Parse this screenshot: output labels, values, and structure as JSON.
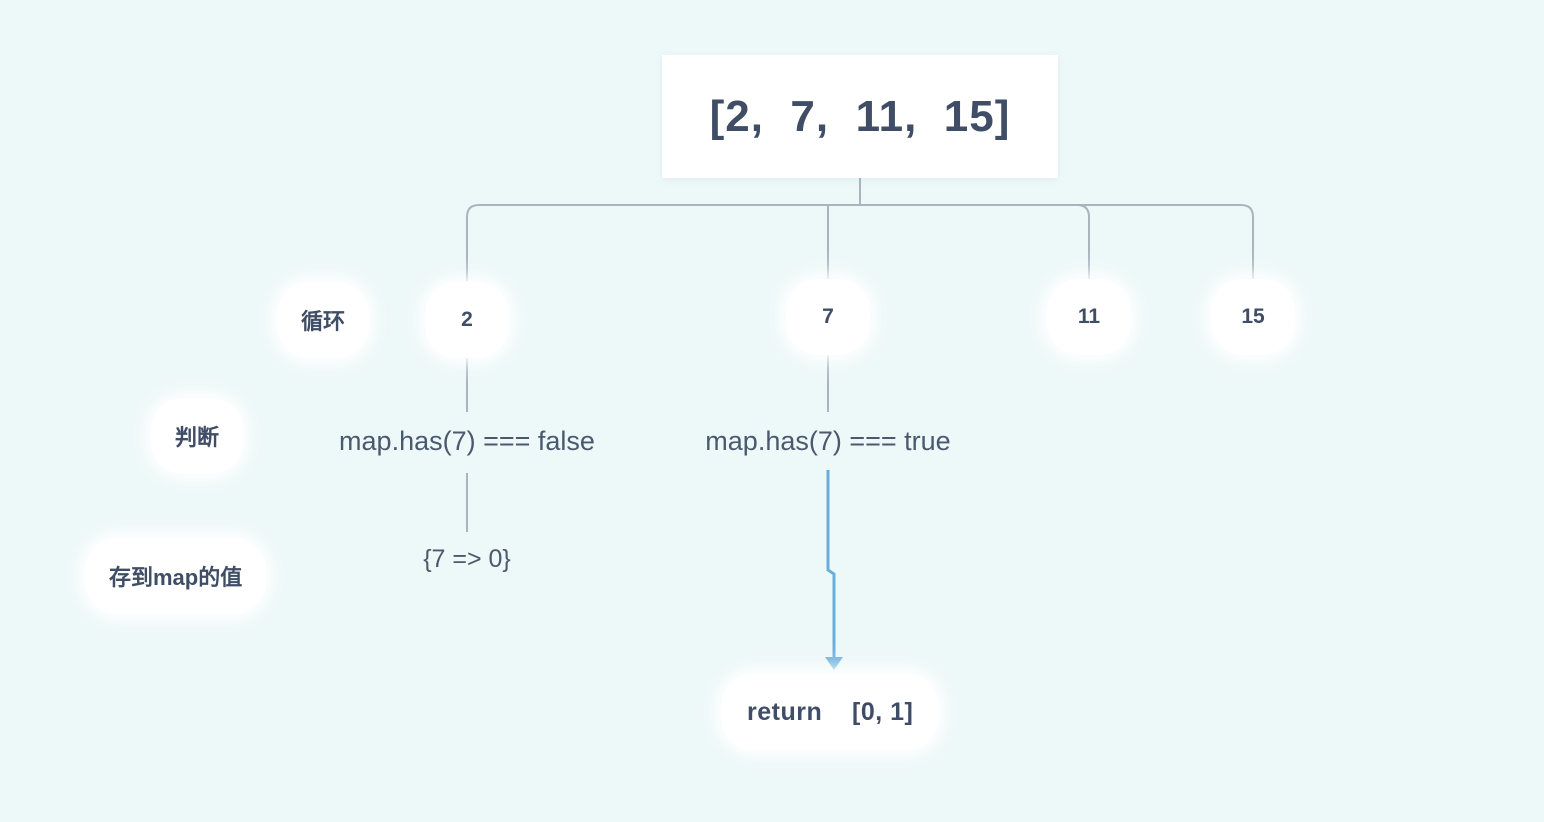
{
  "diagram": {
    "title": "two-sum map walkthrough flow diagram",
    "background_color": "#edf8f8",
    "text_color": "#3f4e66",
    "edge_color": "#a8b5bd",
    "highlight_edge_color": "#6aaedb",
    "root": {
      "label": "[2,  7,  11,  15]"
    },
    "row_labels": {
      "loop": "循环",
      "condition": "判断",
      "store": "存到map的值"
    },
    "array_nodes": [
      {
        "label": "2"
      },
      {
        "label": "7"
      },
      {
        "label": "11"
      },
      {
        "label": "15"
      }
    ],
    "conditions": [
      {
        "label": "map.has(7) === false"
      },
      {
        "label": "map.has(7) === true"
      }
    ],
    "map_entry": "{7 => 0}",
    "result": {
      "keyword": "return",
      "value": "[0, 1]",
      "label": "return    [0, 1]"
    }
  }
}
